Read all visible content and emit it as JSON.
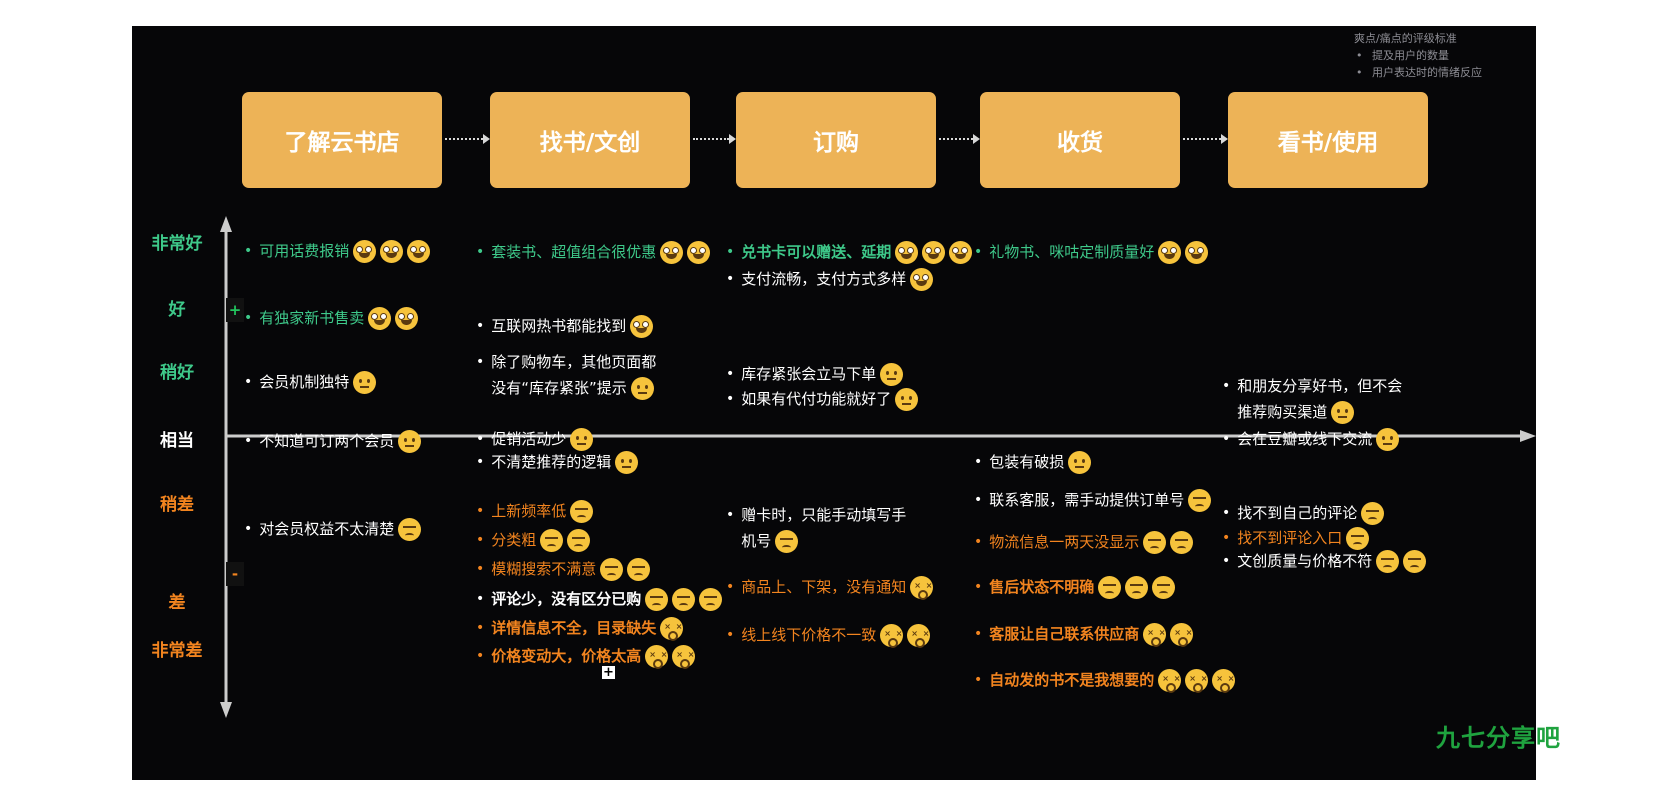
{
  "legend": {
    "title": "爽点/痛点的评级标准",
    "items": [
      "提及用户的数量",
      "用户表达时的情绪反应"
    ]
  },
  "stages": [
    "了解云书店",
    "找书/文创",
    "订购",
    "收货",
    "看书/使用"
  ],
  "levels": [
    {
      "label": "非常好",
      "color": "#3ec98a"
    },
    {
      "label": "好",
      "color": "#3ec98a"
    },
    {
      "label": "稍好",
      "color": "#3ec98a"
    },
    {
      "label": "相当",
      "color": "#ffffff"
    },
    {
      "label": "稍差",
      "color": "#f2841f"
    },
    {
      "label": "差",
      "color": "#f2841f"
    },
    {
      "label": "非常差",
      "color": "#f2841f"
    }
  ],
  "signs": {
    "plus": "+",
    "minus": "-"
  },
  "plus_box": "+",
  "watermark": "九七分享吧",
  "colors": {
    "green": "#3ec98a",
    "white": "#ffffff",
    "orange": "#f2841f",
    "card": "#edb357"
  },
  "items": {
    "s1_1": {
      "text": "可用话费报销",
      "tone": "green",
      "emoji": [
        "happy",
        "happy",
        "happy"
      ]
    },
    "s1_2": {
      "text": "有独家新书售卖",
      "tone": "green",
      "emoji": [
        "happy",
        "happy"
      ]
    },
    "s1_3": {
      "text": "会员机制独特",
      "tone": "white",
      "emoji": [
        "neutral"
      ]
    },
    "s1_4": {
      "text": "不知道可订两个会员",
      "tone": "white",
      "emoji": [
        "neutral"
      ]
    },
    "s1_5": {
      "text": "对会员权益不太清楚",
      "tone": "white",
      "emoji": [
        "annoyed"
      ]
    },
    "s2_1": {
      "text": "套装书、超值组合很优惠",
      "tone": "green",
      "emoji": [
        "happy",
        "happy"
      ]
    },
    "s2_2": {
      "text": "互联网热书都能找到",
      "tone": "white",
      "emoji": [
        "happy"
      ]
    },
    "s2_3": {
      "line1": "除了购物车，其他页面都",
      "line2": "没有“库存紧张”提示",
      "tone": "white",
      "emoji": [
        "neutral"
      ]
    },
    "s2_4": {
      "text": "促销活动少",
      "tone": "white",
      "emoji": [
        "neutral"
      ]
    },
    "s2_5": {
      "text": "不清楚推荐的逻辑",
      "tone": "white",
      "emoji": [
        "neutral"
      ]
    },
    "s2_6": {
      "text": "上新频率低",
      "tone": "orange",
      "emoji": [
        "annoyed"
      ]
    },
    "s2_7": {
      "text": "分类粗",
      "tone": "orange",
      "emoji": [
        "annoyed",
        "annoyed"
      ]
    },
    "s2_8": {
      "text": "模糊搜索不满意",
      "tone": "orange",
      "emoji": [
        "annoyed",
        "annoyed"
      ]
    },
    "s2_9": {
      "text": "评论少，没有区分已购",
      "tone": "white",
      "emoji": [
        "annoyed",
        "annoyed",
        "annoyed"
      ]
    },
    "s2_10": {
      "text": "详情信息不全，目录缺失",
      "tone": "orange",
      "emoji": [
        "dizzy"
      ]
    },
    "s2_11": {
      "text": "价格变动大，价格太高",
      "tone": "orange",
      "emoji": [
        "dizzy",
        "dizzy"
      ]
    },
    "s3_1": {
      "text": "兑书卡可以赠送、延期",
      "tone": "green",
      "emoji": [
        "happy",
        "happy",
        "happy"
      ]
    },
    "s3_2": {
      "text": "支付流畅，支付方式多样",
      "tone": "white",
      "emoji": [
        "happy"
      ]
    },
    "s3_3": {
      "text": "库存紧张会立马下单",
      "tone": "white",
      "emoji": [
        "neutral"
      ]
    },
    "s3_4": {
      "text": "如果有代付功能就好了",
      "tone": "white",
      "emoji": [
        "neutral"
      ]
    },
    "s3_5": {
      "line1": "赠卡时，只能手动填写手",
      "line2": "机号",
      "tone": "white",
      "emoji": [
        "annoyed"
      ]
    },
    "s3_6": {
      "text": "商品上、下架，没有通知",
      "tone": "orange",
      "emoji": [
        "dizzy"
      ]
    },
    "s3_7": {
      "text": "线上线下价格不一致",
      "tone": "orange",
      "emoji": [
        "dizzy",
        "dizzy"
      ]
    },
    "s4_1": {
      "text": "礼物书、咪咕定制质量好",
      "tone": "green",
      "emoji": [
        "happy",
        "happy"
      ]
    },
    "s4_2": {
      "text": "包装有破损",
      "tone": "white",
      "emoji": [
        "neutral"
      ]
    },
    "s4_3": {
      "text": "联系客服，需手动提供订单号",
      "tone": "white",
      "emoji": [
        "annoyed"
      ]
    },
    "s4_4": {
      "text": "物流信息一两天没显示",
      "tone": "orange",
      "emoji": [
        "annoyed",
        "annoyed"
      ]
    },
    "s4_5": {
      "text": "售后状态不明确",
      "tone": "orange",
      "emoji": [
        "annoyed",
        "annoyed",
        "annoyed"
      ]
    },
    "s4_6": {
      "text": "客服让自己联系供应商",
      "tone": "orange",
      "emoji": [
        "dizzy",
        "dizzy"
      ]
    },
    "s4_7": {
      "text": "自动发的书不是我想要的",
      "tone": "orange",
      "emoji": [
        "dizzy",
        "dizzy",
        "dizzy"
      ]
    },
    "s5_1": {
      "line1": "和朋友分享好书，但不会",
      "line2": "推荐购买渠道",
      "tone": "white",
      "emoji": [
        "neutral"
      ]
    },
    "s5_2": {
      "text": "会在豆瓣或线下交流",
      "tone": "white",
      "emoji": [
        "neutral"
      ]
    },
    "s5_3": {
      "text": "找不到自己的评论",
      "tone": "white",
      "emoji": [
        "annoyed"
      ]
    },
    "s5_4": {
      "text": "找不到评论入口",
      "tone": "orange",
      "emoji": [
        "annoyed"
      ]
    },
    "s5_5": {
      "text": "文创质量与价格不符",
      "tone": "white",
      "emoji": [
        "annoyed",
        "annoyed"
      ]
    }
  }
}
